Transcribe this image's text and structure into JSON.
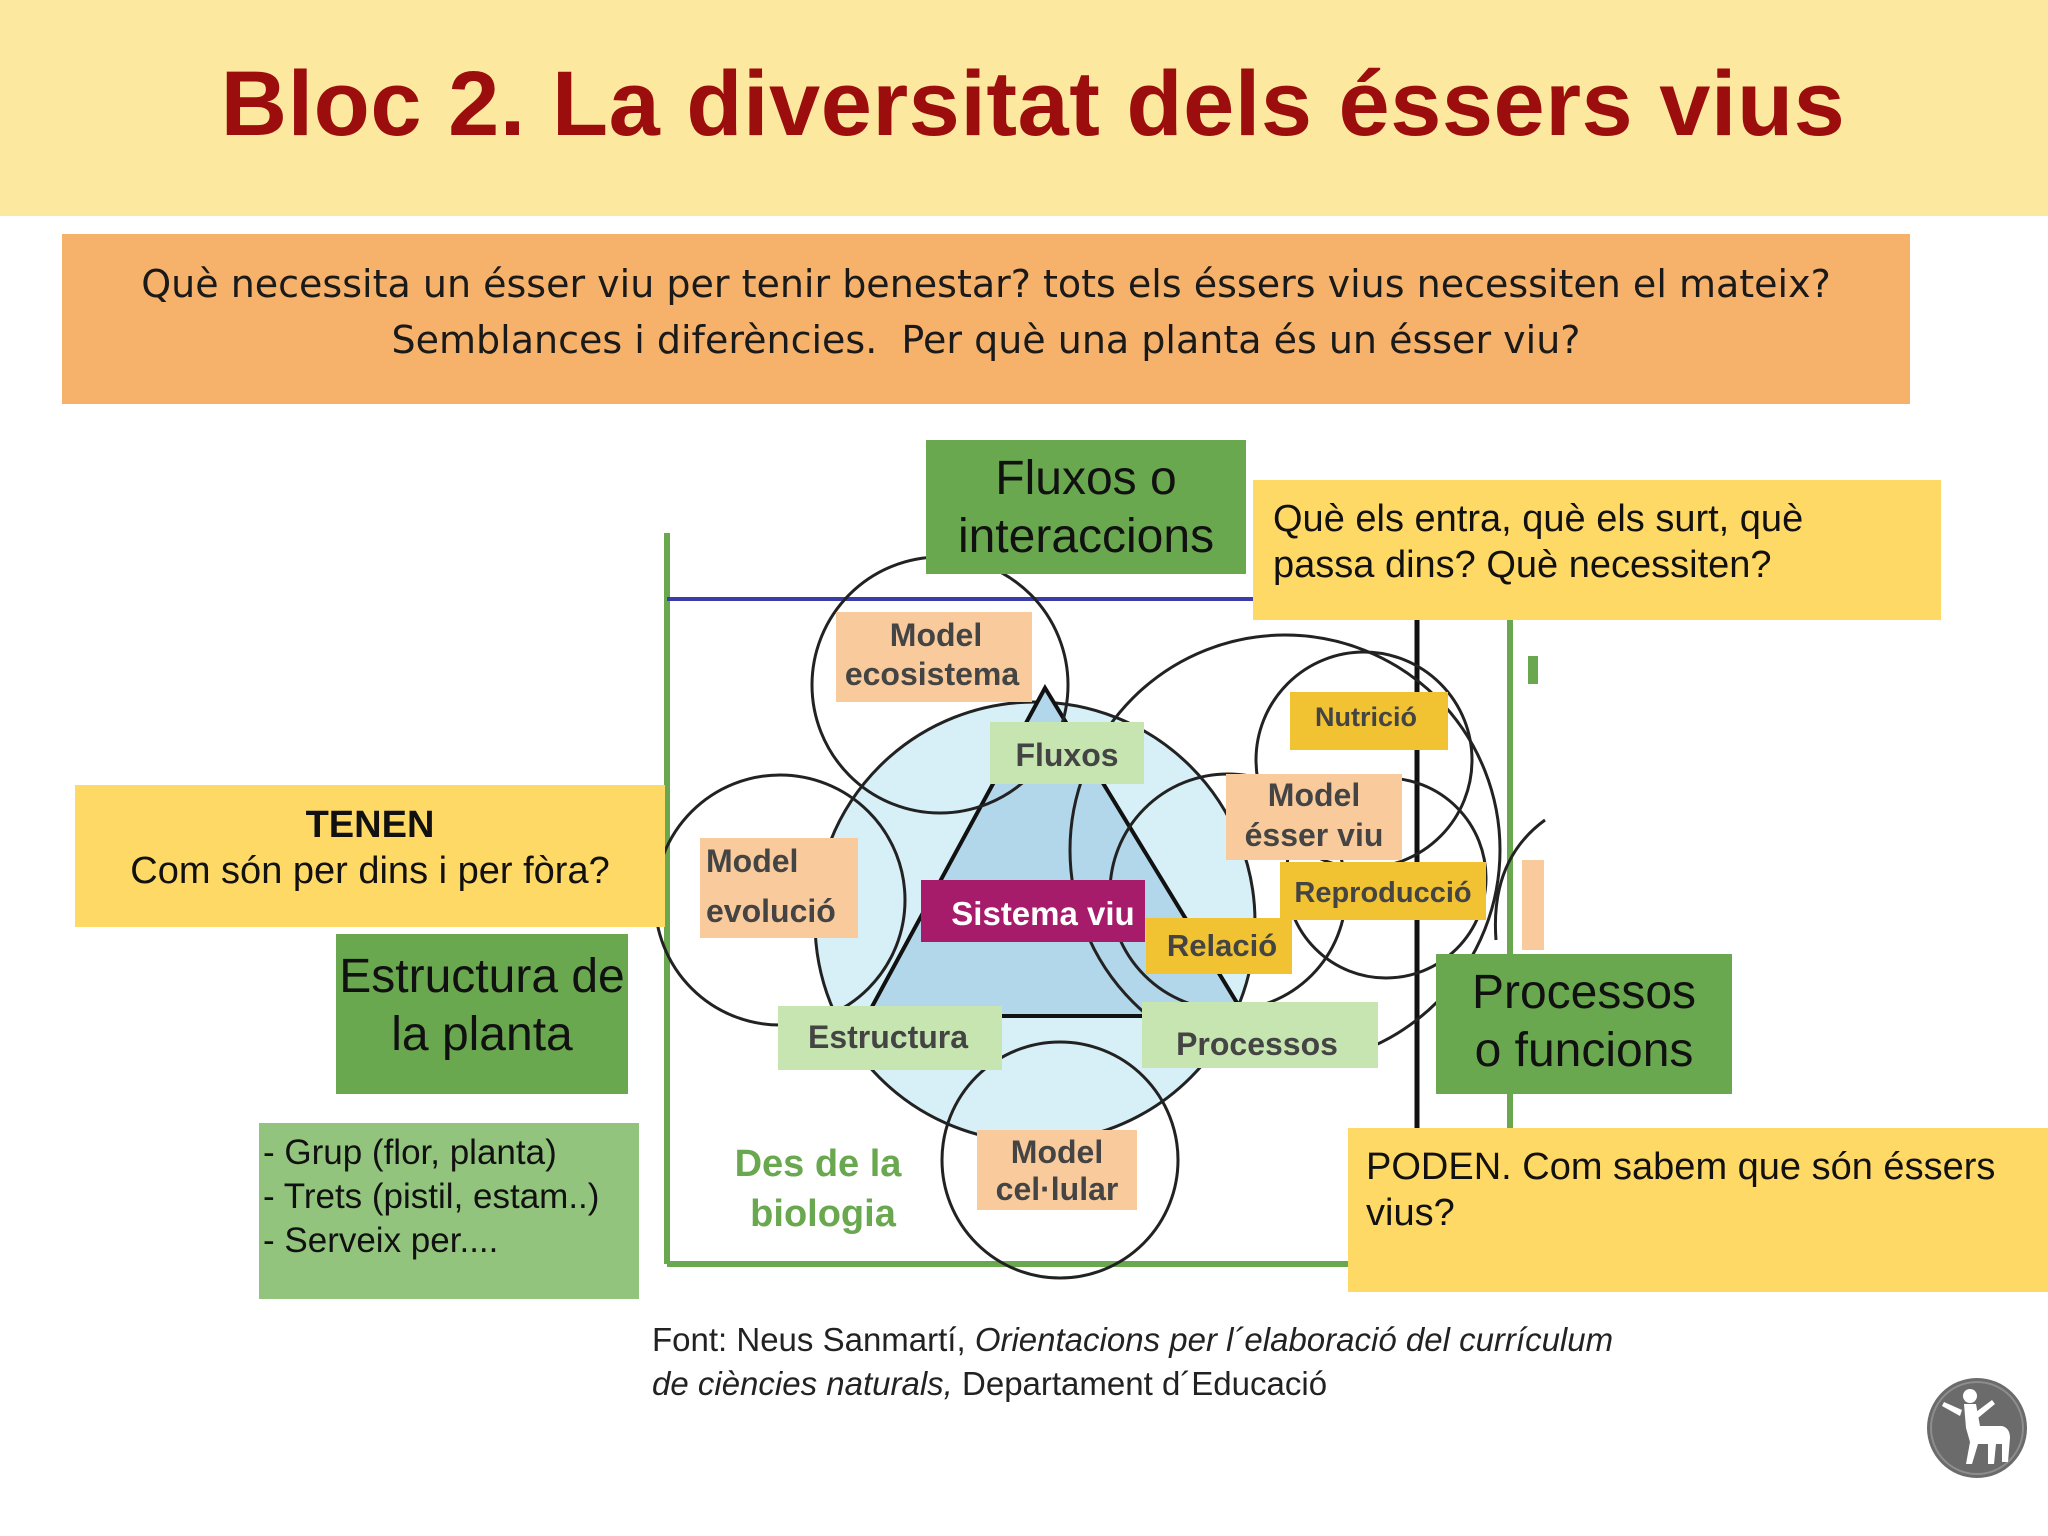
{
  "title": "Bloc 2. La diversitat dels éssers vius",
  "questions": {
    "line1": "Què necessita un ésser viu per tenir benestar? tots els éssers vius necessiten el mateix?",
    "line2": "Semblances i diferències.  Per què una planta és un ésser viu?"
  },
  "fluxos_box": {
    "line1": "Fluxos o",
    "line2": "interaccions"
  },
  "fluxos_question": {
    "line1": "Què els entra, què els surt, què",
    "line2": "passa dins? Què necessiten?"
  },
  "tenen_box": {
    "heading": "TENEN",
    "text": "Com són per dins i per fòra?"
  },
  "estructura_box": {
    "line1": "Estructura de",
    "line2": "la planta"
  },
  "structure_list": [
    "- Grup (flor, planta)",
    "- Trets (pistil, estam..)",
    "- Serveix per...."
  ],
  "processos_box": {
    "line1": "Processos",
    "line2": "o funcions"
  },
  "poden_box": {
    "line1": "PODEN. Com sabem que són éssers",
    "line2": "vius?"
  },
  "diagram": {
    "center": "Sistema viu",
    "vertices": {
      "top": "Fluxos",
      "bottom_left": "Estructura",
      "bottom_right": "Processos"
    },
    "models": {
      "ecosistema": [
        "Model",
        "ecosistema"
      ],
      "evolucio": [
        "Model",
        "evolució"
      ],
      "cel_lular": [
        "Model",
        "cel·lular"
      ],
      "esser_viu": [
        "Model",
        "ésser viu"
      ]
    },
    "functions": {
      "nutricio": "Nutrició",
      "reproduccio": "Reproducció",
      "relacio": "Relació"
    },
    "corner_label": [
      "Des de la",
      "biologia"
    ]
  },
  "source": {
    "prefix": "Font: Neus Sanmartí, ",
    "italic1": "Orientacions per l´elaboració del currículum",
    "italic2": "de ciències naturals,",
    "suffix": " Departament d´Educació"
  },
  "colors": {
    "title": "#9c0d0d",
    "header": "#fde89f",
    "question": "#f6b26b",
    "green": "#6aa84f",
    "light_green": "#93c47d",
    "yellow": "#ffd966",
    "model_tag": "#f9cb9c",
    "center_tag": "#a61c6b",
    "vertex_tag": "#c6e5b1",
    "function_tag": "#f1c232"
  },
  "logo_icon": "centaur-logo-icon"
}
